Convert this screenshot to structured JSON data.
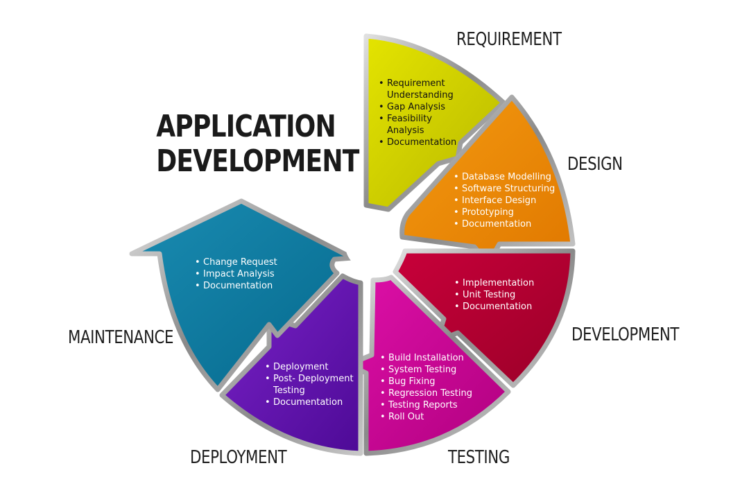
{
  "title": {
    "line1": "APPLICATION",
    "line2": "DEVELOPMENT"
  },
  "phases": [
    {
      "key": "requirement",
      "label": "REQUIREMENT",
      "color": "#d4d400",
      "items": [
        "Requirement Understanding",
        "Gap Analysis",
        "Feasibility Analysis",
        "Documentation"
      ]
    },
    {
      "key": "design",
      "label": "DESIGN",
      "color": "#ef8a00",
      "items": [
        "Database Modelling",
        "Software Structuring",
        "Interface Design",
        "Prototyping",
        "Documentation"
      ]
    },
    {
      "key": "development",
      "label": "DEVELOPMENT",
      "color": "#b8002f",
      "items": [
        "Implementation",
        "Unit Testing",
        "Documentation"
      ]
    },
    {
      "key": "testing",
      "label": "TESTING",
      "color": "#cc0099",
      "items": [
        "Build Installation",
        "System Testing",
        "Bug Fixing",
        "Regression Testing",
        "Testing Reports",
        "Roll Out"
      ]
    },
    {
      "key": "deployment",
      "label": "DEPLOYMENT",
      "color": "#6a16b8",
      "items": [
        "Deployment",
        "Post- Deployment Testing",
        "Documentation"
      ]
    },
    {
      "key": "maintenance",
      "label": "MAINTENANCE",
      "color": "#0a7fa6",
      "items": [
        "Change Request",
        "Impact Analysis",
        "Documentation"
      ]
    }
  ],
  "colors": {
    "rim": "#8e8e8e",
    "rim_light": "#d8d8d8"
  }
}
